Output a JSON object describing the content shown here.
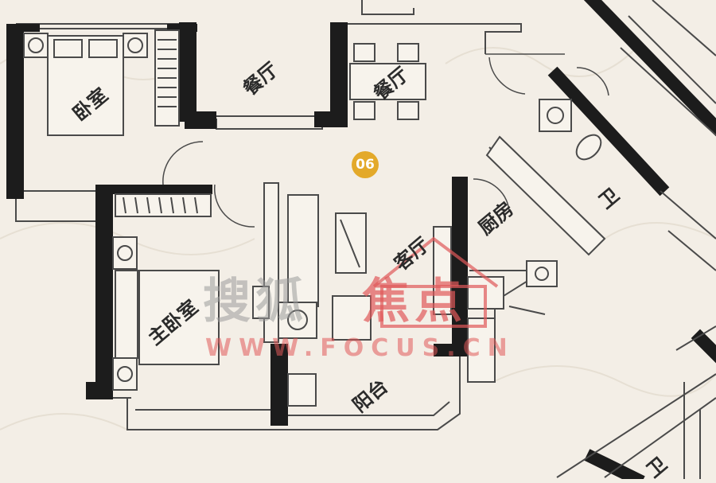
{
  "unit_badge": "06",
  "rooms": {
    "bedroom": "卧室",
    "dining_hall": "餐厅",
    "dining_room": "餐厅",
    "master_bedroom": "主卧室",
    "living_room": "客厅",
    "kitchen": "厨房",
    "bathroom": "卫",
    "bathroom_2": "卫",
    "balcony": "阳台"
  },
  "watermark": {
    "cn_left": "搜狐",
    "cn_right": "焦点",
    "url": "WWW.FOCUS.CN"
  },
  "colors": {
    "background": "#f3eee6",
    "wall": "#1c1c1c",
    "line": "#4a4a4a",
    "badge": "#e3a92a",
    "watermark_gray": "#9a9a9a",
    "watermark_red": "#e0595a"
  }
}
